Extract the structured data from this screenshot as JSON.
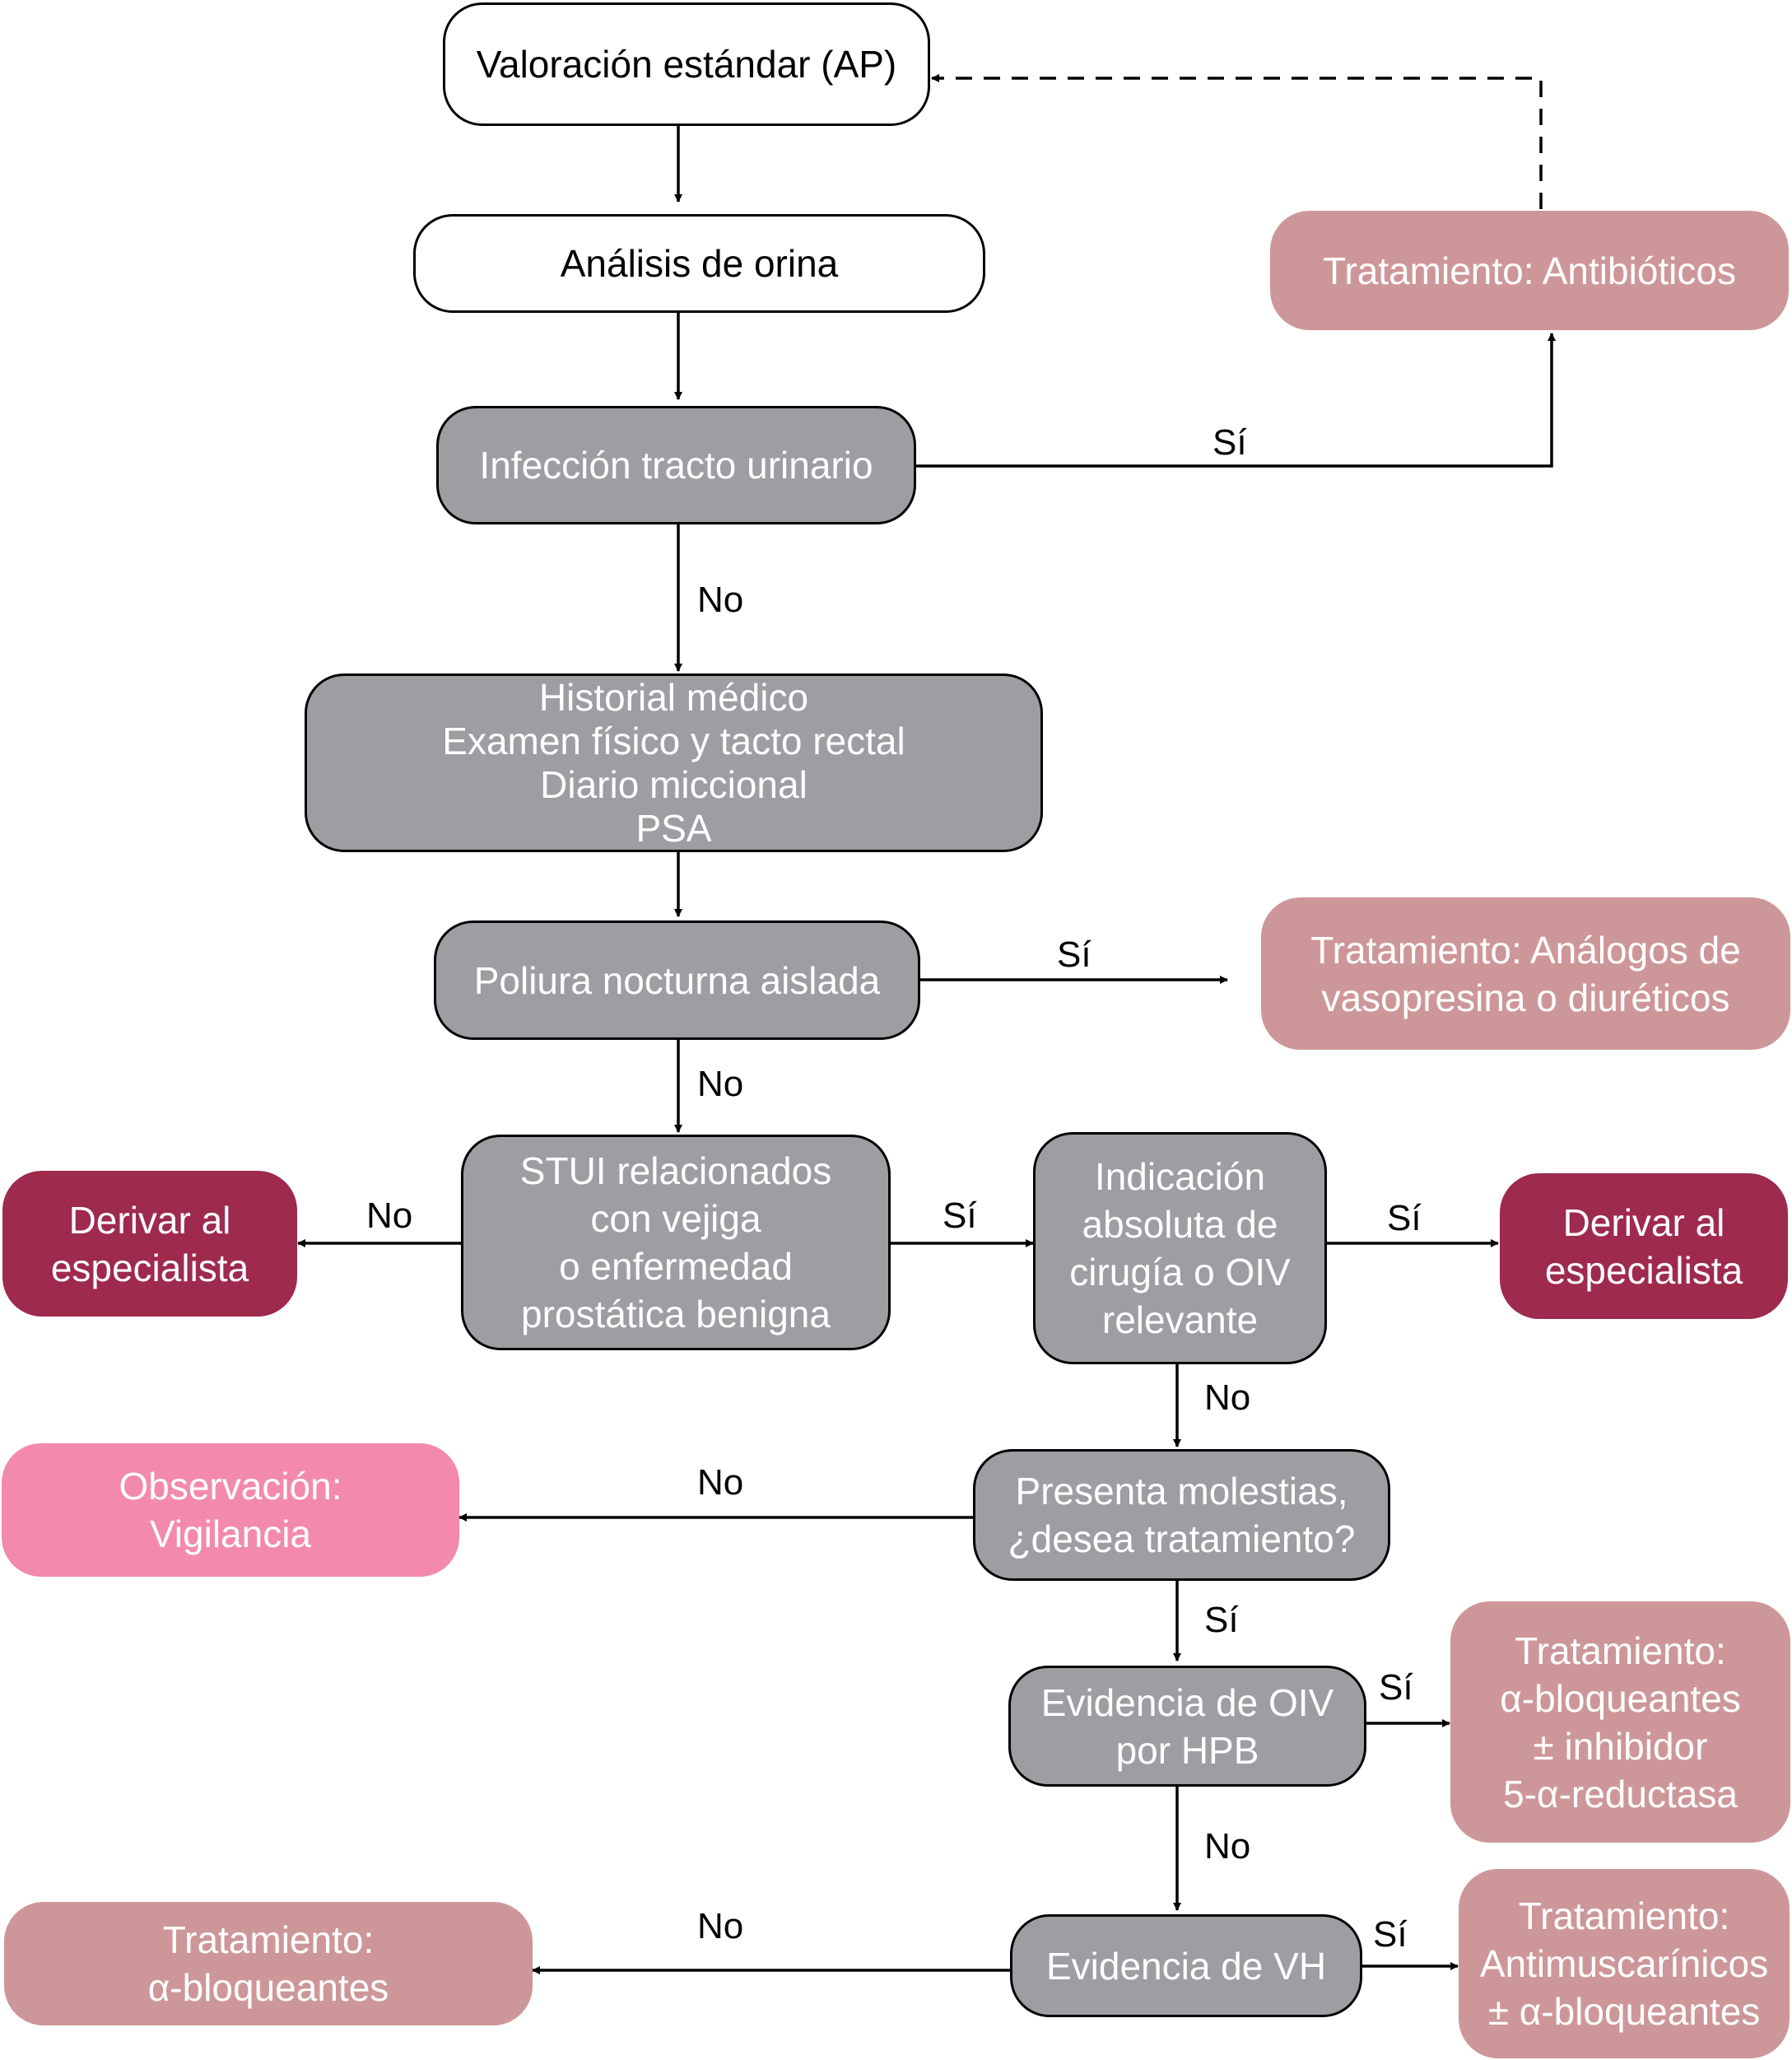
{
  "nodes": {
    "valoracion": [
      "Valoración estándar (AP)"
    ],
    "analisis": [
      "Análisis de orina"
    ],
    "infeccion": [
      "Infección tracto urinario"
    ],
    "antibioticos": [
      "Tratamiento: Antibióticos"
    ],
    "historial": [
      "Historial médico",
      "Examen físico y tacto rectal",
      "Diario miccional",
      "PSA"
    ],
    "poliuria": [
      "Poliura nocturna aislada"
    ],
    "vasopresina": [
      "Tratamiento: Análogos de",
      "vasopresina o diuréticos"
    ],
    "stui": [
      "STUI relacionados",
      "con vejiga",
      "o enfermedad",
      "prostática benigna"
    ],
    "derivar_left": [
      "Derivar al",
      "especialista"
    ],
    "indicacion": [
      "Indicación",
      "absoluta de",
      "cirugía o OIV",
      "relevante"
    ],
    "derivar_right": [
      "Derivar al",
      "especialista"
    ],
    "molestias": [
      "Presenta molestias,",
      "¿desea tratamiento?"
    ],
    "observacion": [
      "Observación:",
      "Vigilancia"
    ],
    "oiv": [
      "Evidencia de OIV",
      "por HPB"
    ],
    "alfa_inhibidor": [
      "Tratamiento:",
      "α-bloqueantes",
      "± inhibidor",
      "5-α-reductasa"
    ],
    "vh": [
      "Evidencia de VH"
    ],
    "alfa": [
      "Tratamiento:",
      "α-bloqueantes"
    ],
    "antimuscarinicos": [
      "Tratamiento:",
      "Antimuscarínicos",
      "± α-bloqueantes"
    ]
  },
  "edge_labels": {
    "itu_si": "Sí",
    "itu_no": "No",
    "poliuria_si": "Sí",
    "poliuria_no": "No",
    "stui_no": "No",
    "stui_si": "Sí",
    "indicacion_si": "Sí",
    "indicacion_no": "No",
    "molestias_no": "No",
    "molestias_si": "Sí",
    "oiv_si": "Sí",
    "oiv_no": "No",
    "vh_no": "No",
    "vh_si": "Sí"
  },
  "colors": {
    "decision_fill": "#9c9ea1",
    "treatment_fill": "#cd9799",
    "referral_fill": "#9e2a4d",
    "observation_fill": "#f38aab",
    "line": "#000000"
  }
}
